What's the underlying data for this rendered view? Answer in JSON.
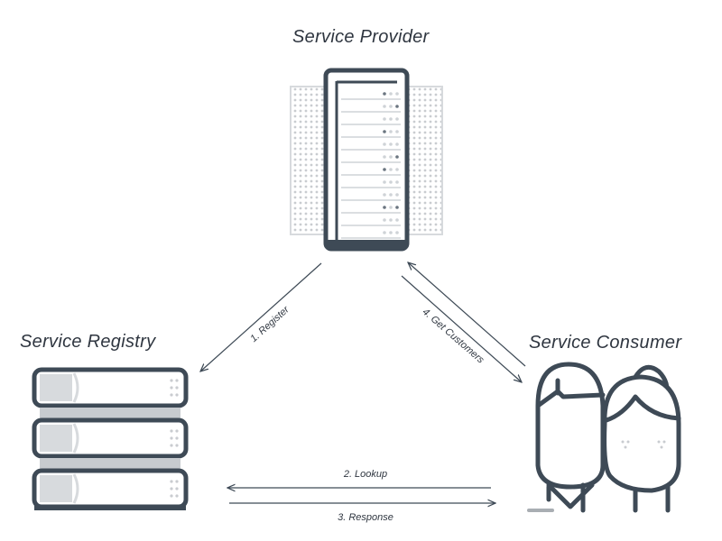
{
  "nodes": {
    "provider": {
      "label": "Service Provider"
    },
    "registry": {
      "label": "Service Registry"
    },
    "consumer": {
      "label": "Service Consumer"
    }
  },
  "edges": [
    {
      "id": "register",
      "label": "1. Register",
      "from": "provider",
      "to": "registry"
    },
    {
      "id": "lookup",
      "label": "2. Lookup",
      "from": "consumer",
      "to": "registry"
    },
    {
      "id": "response",
      "label": "3. Response",
      "from": "registry",
      "to": "consumer"
    },
    {
      "id": "get-customers",
      "label": "4. Get Customers",
      "from": "consumer",
      "to": "provider"
    }
  ],
  "colors": {
    "stroke": "#3e4a56",
    "light": "#d7dadd",
    "fill": "#ffffff",
    "dots": "#c9ccd0"
  }
}
